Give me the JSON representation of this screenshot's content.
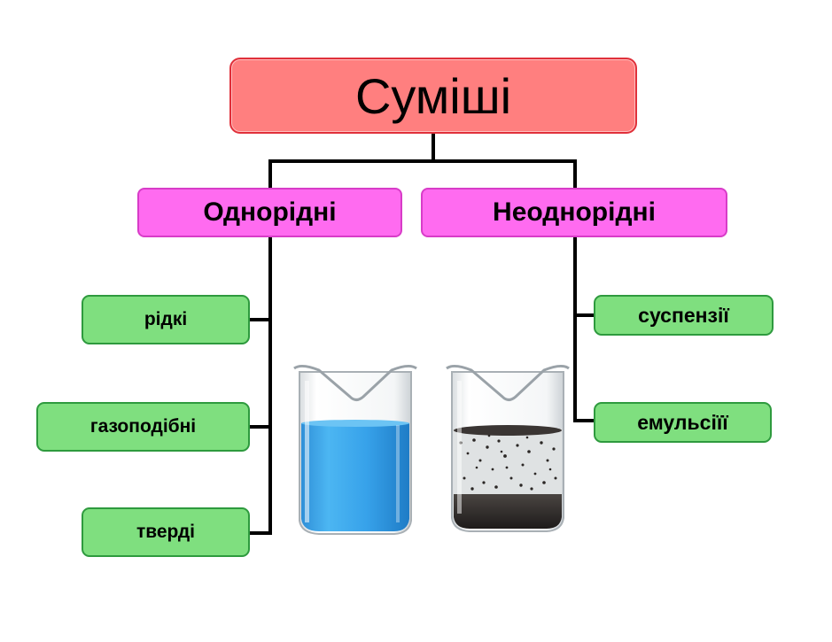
{
  "diagram": {
    "root": {
      "label": "Суміші"
    },
    "categories": [
      {
        "label": "Однорідні"
      },
      {
        "label": "Неоднорідні"
      }
    ],
    "homogeneous_items": [
      {
        "label": "рідкі"
      },
      {
        "label": "газоподібні"
      },
      {
        "label": "тверді"
      }
    ],
    "heterogeneous_items": [
      {
        "label": "суспензії"
      },
      {
        "label": "емульсіїї"
      }
    ]
  },
  "illustrations": [
    {
      "subject": "beaker-with-blue-solution"
    },
    {
      "subject": "beaker-with-dark-suspension"
    }
  ],
  "colors": {
    "root_fill": "#ff7f7f",
    "root_border": "#e0303a",
    "category_fill": "#ff6bf0",
    "category_border": "#d83cc8",
    "leaf_fill": "#7fdf7f",
    "leaf_border": "#2e9a3e",
    "connector": "#000000",
    "blue_liquid": "#3ba6ec",
    "dark_liquid": "#2a2624"
  }
}
